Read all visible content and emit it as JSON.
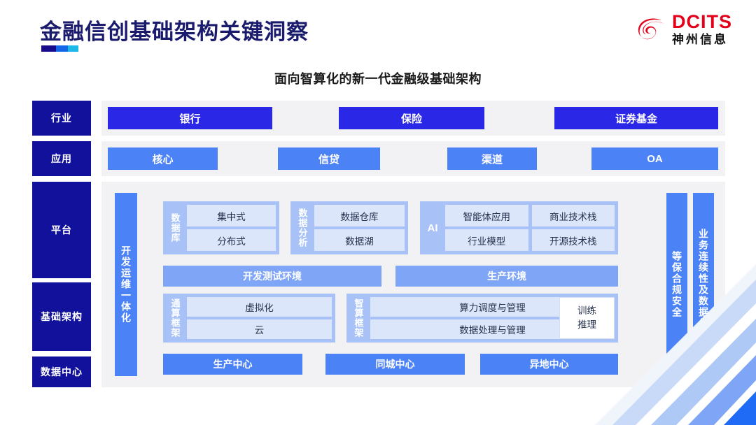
{
  "header": {
    "title": "金融信创基础架构关键洞察",
    "accent_colors": [
      "#180A8C",
      "#1565E8",
      "#1CB8E8"
    ],
    "logo": {
      "en": "DCITS",
      "cn": "神州信息",
      "mark": "dcits-swirl-icon",
      "color": "#E2001A"
    }
  },
  "subtitle": "面向智算化的新一代金融级基础架构",
  "diagram": {
    "sidebar": [
      {
        "label": "行业"
      },
      {
        "label": "应用"
      },
      {
        "label": "平台"
      },
      {
        "label": "基础架构"
      },
      {
        "label": "数据中心"
      }
    ],
    "industry": {
      "items": [
        "银行",
        "保险",
        "证券基金"
      ],
      "color": "#2A27E6"
    },
    "application": {
      "items": [
        "核心",
        "信贷",
        "渠道",
        "OA"
      ],
      "color": "#4B82F5"
    },
    "platform": {
      "devops_bar": "开发运维一体化",
      "right_bars": [
        "等保合规安全",
        "业务连续性及数据保护"
      ],
      "groups": [
        {
          "label": "数据库",
          "rows": [
            [
              "集中式"
            ],
            [
              "分布式"
            ]
          ]
        },
        {
          "label": "数据分析",
          "rows": [
            [
              "数据仓库"
            ],
            [
              "数据湖"
            ]
          ]
        },
        {
          "label": "AI",
          "rows": [
            [
              "智能体应用",
              "商业技术栈"
            ],
            [
              "行业模型",
              "开源技术栈"
            ]
          ]
        }
      ],
      "env_bars": [
        "开发测试环境",
        "生产环境"
      ],
      "frameworks": [
        {
          "label": "通算框架",
          "rows": [
            [
              "虚拟化"
            ],
            [
              "云"
            ]
          ]
        },
        {
          "label": "智算框架",
          "rows": [
            [
              "算力调度与管理"
            ],
            [
              "数据处理与管理"
            ]
          ]
        }
      ],
      "train_box": [
        "训练",
        "推理"
      ],
      "datacenters": [
        "生产中心",
        "同城中心",
        "异地中心"
      ]
    }
  }
}
